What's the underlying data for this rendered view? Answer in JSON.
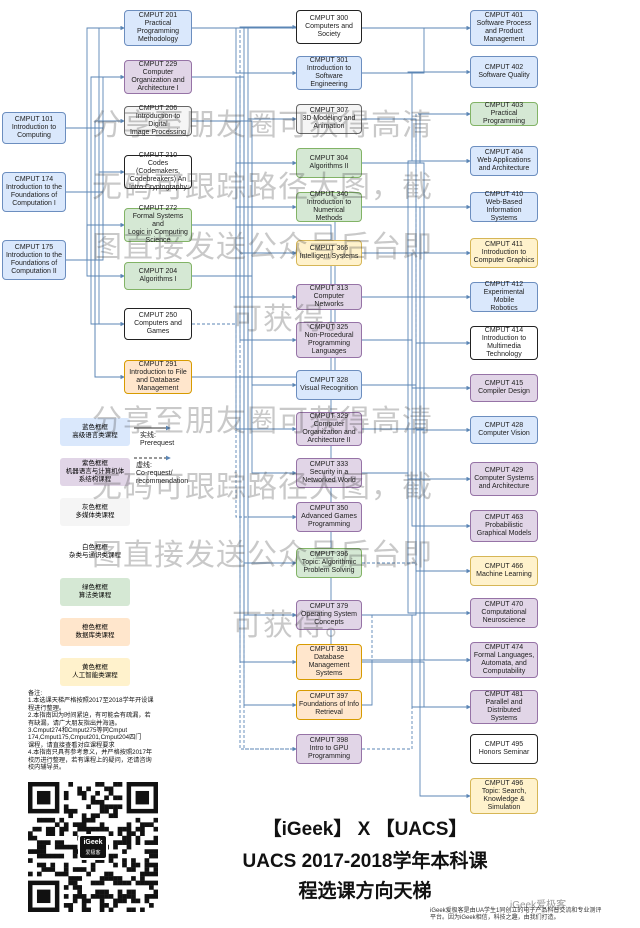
{
  "courses": {
    "c101": {
      "code": "CMPUT 101",
      "name": "Introduction to\nComputing"
    },
    "c174": {
      "code": "CMPUT 174",
      "name": "Introduction to the\nFoundations of\nComputation I"
    },
    "c175": {
      "code": "CMPUT 175",
      "name": "Introduction to the\nFoundations of\nComputation II"
    },
    "c201": {
      "code": "CMPUT 201",
      "name": "Practical\nProgramming\nMethodology"
    },
    "c229": {
      "code": "CMPUT 229",
      "name": "Computer\nOrganization and\nArchitecture I"
    },
    "c206": {
      "code": "CMPUT 206",
      "name": "Introduction to Digital\nImage Processing"
    },
    "c210": {
      "code": "CMPUT 210",
      "name": "Codes (Codemakers,\nCodebreakers) An\nIntro Cryptography"
    },
    "c272": {
      "code": "CMPUT 272",
      "name": "Formal Systems and\nLogic in Computing\nScience"
    },
    "c204": {
      "code": "CMPUT 204",
      "name": "Algorithms I"
    },
    "c250": {
      "code": "CMPUT 250",
      "name": "Computers and\nGames"
    },
    "c291": {
      "code": "CMPUT 291",
      "name": "Introduction to File\nand Database\nManagement"
    },
    "c300": {
      "code": "CMPUT 300",
      "name": "Computers and\nSociety"
    },
    "c301": {
      "code": "CMPUT 301",
      "name": "Introduction to\nSoftware\nEngineering"
    },
    "c307": {
      "code": "CMPUT 307",
      "name": "3D Modeling and\nAnimation"
    },
    "c304": {
      "code": "CMPUT 304",
      "name": "Algorithms II"
    },
    "c340": {
      "code": "CMPUT 340",
      "name": "Introduction to\nNumerical Methods"
    },
    "c366": {
      "code": "CMPUT 366",
      "name": "Intelligent Systems"
    },
    "c313": {
      "code": "CMPUT 313",
      "name": "Computer Networks"
    },
    "c325": {
      "code": "CMPUT 325",
      "name": "Non-Procedural\nProgramming\nLanguages"
    },
    "c328": {
      "code": "CMPUT 328",
      "name": "Visual Recognition"
    },
    "c329": {
      "code": "CMPUT 329",
      "name": "Computer\nOrganization and\nArchitecture II"
    },
    "c333": {
      "code": "CMPUT 333",
      "name": "Security in a\nNetworked World"
    },
    "c350": {
      "code": "CMPUT 350",
      "name": "Advanced Games\nProgramming"
    },
    "c396": {
      "code": "CMPUT 396",
      "name": "Topic: Algorithmic\nProblem Solving"
    },
    "c379": {
      "code": "CMPUT 379",
      "name": "Operating System\nConcepts"
    },
    "c391": {
      "code": "CMPUT 391",
      "name": "Database\nManagement\nSystems"
    },
    "c397": {
      "code": "CMPUT 397",
      "name": "Foundations of Info\nRetrieval"
    },
    "c398": {
      "code": "CMPUT 398",
      "name": "Intro to GPU\nProgramming"
    },
    "c401": {
      "code": "CMPUT 401",
      "name": "Software Process\nand Product\nManagement"
    },
    "c402": {
      "code": "CMPUT 402",
      "name": "Software Quality"
    },
    "c403": {
      "code": "CMPUT 403",
      "name": "Practical Programming"
    },
    "c404": {
      "code": "CMPUT 404",
      "name": "Web Applications\nand Architecture"
    },
    "c410": {
      "code": "CMPUT 410",
      "name": "Web-Based\nInformation Systems"
    },
    "c411": {
      "code": "CMPUT 411",
      "name": "Introduction to\nComputer Graphics"
    },
    "c412": {
      "code": "CMPUT 412",
      "name": "Experimental Mobile\nRobotics"
    },
    "c414": {
      "code": "CMPUT 414",
      "name": "Introduction to\nMultimedia\nTechnology"
    },
    "c415": {
      "code": "CMPUT 415",
      "name": "Compiler Design"
    },
    "c428": {
      "code": "CMPUT 428",
      "name": "Computer Vision"
    },
    "c429": {
      "code": "CMPUT 429",
      "name": "Computer Systems\nand Architecture"
    },
    "c463": {
      "code": "CMPUT 463",
      "name": "Probabilistic\nGraphical Models"
    },
    "c466": {
      "code": "CMPUT 466",
      "name": "Machine Learning"
    },
    "c470": {
      "code": "CMPUT 470",
      "name": "Computational\nNeuroscience"
    },
    "c474": {
      "code": "CMPUT 474",
      "name": "Formal Languages,\nAutomata, and\nComputability"
    },
    "c481": {
      "code": "CMPUT 481",
      "name": "Parallel and\nDistributed Systems"
    },
    "c495": {
      "code": "CMPUT 495",
      "name": "Honors Seminar"
    },
    "c496": {
      "code": "CMPUT 496",
      "name": "Topic: Search,\nKnowledge &\nSimulation"
    }
  },
  "legend": {
    "blue": "蓝色框框\n高级语言类课程",
    "purple": "紫色框框\n机器语言与计算机体\n系结构课程",
    "gray": "灰色框框\n多媒体类课程",
    "white": "白色框框\n杂类与通识类课程",
    "green": "绿色框框\n算法类课程",
    "orange": "橙色框框\n数据库类课程",
    "yellow": "黄色框框\n人工智能类课程",
    "prereq": "实线:\nPrerequest",
    "coreq": "虚线:\nCo-request/\nrecommendation"
  },
  "notes": "备注:\n1.本选课天梯严格按照2017至2018学年开设课\n程进行整理。\n2.本指南因为时间紧迫，有可能会有疏漏，若\n有缺漏，请广大朋友指出并海涵。\n3.Cmput274和Cmput275等同Cmput\n174,Cmput175,Cmput201,Cmput204四门\n课程，请直接查看对应课程要求\n4.本指南只具有参考意义，并严格按照2017年\n校历进行整理，若有课程上的疑问，还请咨询\n校内辅导员。",
  "title": {
    "line1": "【iGeek】 X 【UACS】",
    "line2": "UACS 2017-2018学年本科课",
    "line3": "程选课方向天梯"
  },
  "watermark": {
    "line1": "分享至朋友圈可获得高清",
    "line2": "无码可跟踪路径大图，截",
    "line3": "图直接发送公众号后台即",
    "line4": "可获得。"
  },
  "qr_label": "iGeek",
  "qr_sublabel": "爱极客",
  "footer": {
    "brand": "iGeek爱极客",
    "text": "iGeek爱极客是由UA学生1同创立的电子产品科普交流和专业测评\n平台。因为iGeek相信，科技之趣，由我们打造。"
  },
  "colors": {
    "blue": "#dae8fc",
    "purple": "#e1d5e7",
    "green": "#d5e8d4",
    "yellow": "#fff2cc",
    "orange": "#ffe6cc",
    "gray": "#f5f5f5",
    "white": "#ffffff",
    "line": "#5b86b5"
  }
}
